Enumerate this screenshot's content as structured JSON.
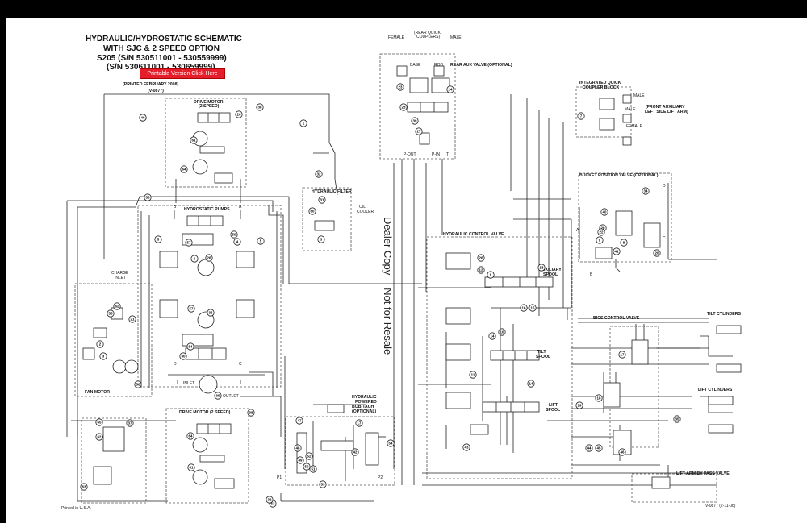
{
  "title": {
    "line1": "HYDRAULIC/HYDROSTATIC SCHEMATIC",
    "line2": "WITH SJC & 2 SPEED OPTION",
    "line3": "S205 (S/N 530511001 - 530559999)",
    "line4": "(S/N 530611001 - 530659999)",
    "printed": "(PRINTED FEBRUARY 2008)",
    "code": "(V-0877)"
  },
  "printable_link": "Printable Version Click Here",
  "watermark": "Dealer Copy -- Not for Resale",
  "footer": {
    "left": "Printed in U.S.A.",
    "right": "V-0877 (2-11-08)"
  },
  "labels": {
    "drive_motor_top": "DRIVE MOTOR",
    "drive_motor_top_sub": "(2 SPEED)",
    "hydrostatic_pumps": "HYDROSTATIC PUMPS",
    "charge_inlet_1": "CHARGE",
    "charge_inlet_2": "INLET",
    "fan_motor": "FAN MOTOR",
    "inlet": "INLET",
    "outlet": "OUTLET",
    "drive_motor_bottom": "DRIVE MOTOR (2 SPEED)",
    "hydraulic_filter": "HYDRAULIC FILTER",
    "oil_cooler_1": "OIL",
    "oil_cooler_2": "COOLER",
    "rear_quick_couplers_1": "(REAR QUICK",
    "rear_quick_couplers_2": "COUPLERS)",
    "female": "FEMALE",
    "male": "MALE",
    "base": "BASE",
    "rod": "ROD",
    "rear_aux_valve": "REAR AUX VALVE (OPTIONAL)",
    "p_out": "P-OUT",
    "p_in": "P-IN",
    "t": "T",
    "iqcb_1": "INTEGRATED QUICK",
    "iqcb_2": "COUPLER BLOCK",
    "front_aux_1": "(FRONT AUXILIARY",
    "front_aux_2": "LEFT SIDE LIFT ARM)",
    "bucket_position_valve": "BUCKET POSITION VALVE (OPTIONAL)",
    "hydraulic_control_valve": "HYDRAULIC CONTROL VALVE",
    "auxiliary_spool_1": "AUXILIARY",
    "auxiliary_spool_2": "SPOOL",
    "tilt_spool_1": "TILT",
    "tilt_spool_2": "SPOOL",
    "lift_spool_1": "LIFT",
    "lift_spool_2": "SPOOL",
    "bics_control_valve": "BICS CONTROL VALVE",
    "tilt_cylinders": "TILT CYLINDERS",
    "lift_cylinders": "LIFT CYLINDERS",
    "bob_tach_1": "HYDRAULIC",
    "bob_tach_2": "POWERED",
    "bob_tach_3": "BOB-TACH",
    "bob_tach_4": "(OPTIONAL)",
    "lift_arm_bypass": "LIFT ARM BY PASS VALVE",
    "p1": "P1",
    "p2": "P2",
    "a": "A",
    "b": "B",
    "c": "C",
    "d": "D"
  },
  "callouts": [
    "65",
    "38",
    "1",
    "26",
    "61",
    "64",
    "32",
    "58",
    "31",
    "60",
    "3",
    "5",
    "57",
    "4",
    "6",
    "26",
    "5",
    "59",
    "55",
    "62",
    "21",
    "2",
    "3",
    "57",
    "36",
    "64",
    "30",
    "56",
    "39",
    "38",
    "61",
    "64",
    "63",
    "65",
    "62",
    "37",
    "63",
    "32",
    "23",
    "28",
    "24",
    "7",
    "39",
    "27",
    "40",
    "9",
    "8",
    "20",
    "22",
    "34",
    "41",
    "20",
    "26",
    "12",
    "13",
    "9",
    "15",
    "16",
    "10",
    "14",
    "11",
    "14",
    "17",
    "18",
    "19",
    "35",
    "44",
    "45",
    "46",
    "17",
    "47",
    "48",
    "49",
    "50",
    "51",
    "52",
    "53",
    "54",
    "42",
    "43",
    "40"
  ],
  "colors": {
    "line": "#222222",
    "dashed": "#555555",
    "link_bg": "#e41e2b",
    "background": "#ffffff"
  }
}
